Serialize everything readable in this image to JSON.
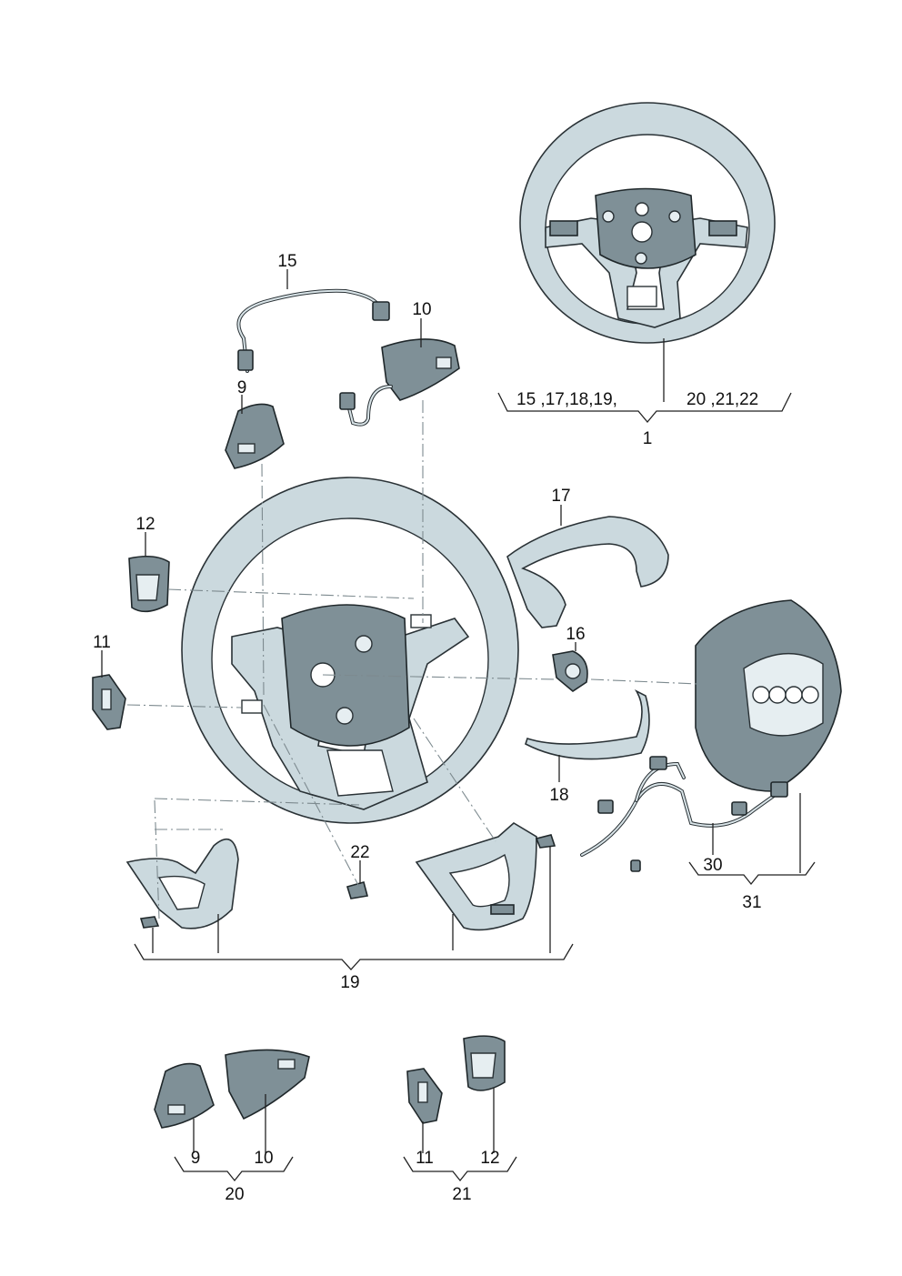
{
  "callouts": {
    "c1": "1",
    "c1_row_left": "15 ,17,18,19,",
    "c1_row_right": "20 ,21,22",
    "c9": "9",
    "c10": "10",
    "c11": "11",
    "c12": "12",
    "c15": "15",
    "c16": "16",
    "c17": "17",
    "c18": "18",
    "c19": "19",
    "c22": "22",
    "c30": "30",
    "c31": "31",
    "g20_9": "9",
    "g20_10": "10",
    "g20_total": "20",
    "g21_11": "11",
    "g21_12": "12",
    "g21_total": "21"
  }
}
